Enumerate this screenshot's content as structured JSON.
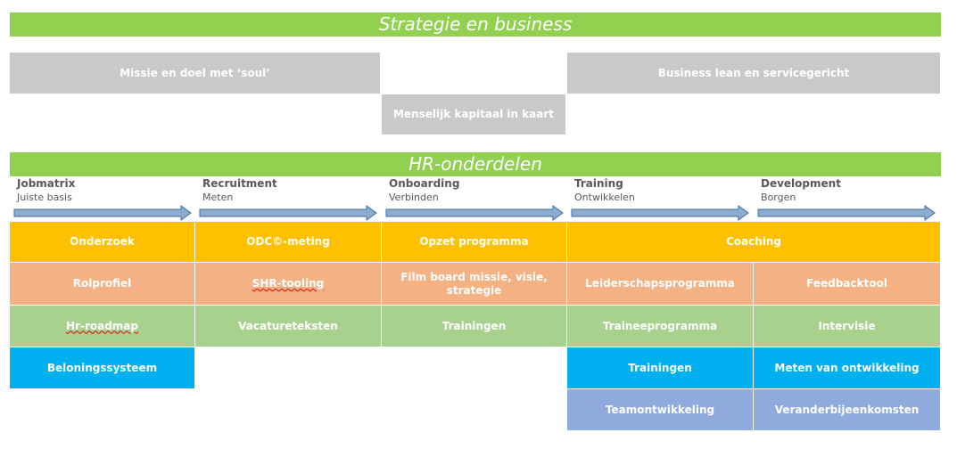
{
  "top_band": {
    "title": "Strategie en business"
  },
  "strategy": {
    "missie": "Missie en doel met ‘soul’",
    "business": "Business lean en servicegericht",
    "kapitaal": "Menselijk kapitaal in kaart"
  },
  "hr_band": {
    "title": "HR-onderdelen"
  },
  "phases": [
    {
      "title": "Jobmatrix",
      "subtitle": "Juiste basis"
    },
    {
      "title": "Recruitment",
      "subtitle": "Meten"
    },
    {
      "title": "Onboarding",
      "subtitle": "Verbinden"
    },
    {
      "title": "Training",
      "subtitle": "Ontwikkelen"
    },
    {
      "title": "Development",
      "subtitle": "Borgen"
    }
  ],
  "colors": {
    "band": "#92d050",
    "gray": "#c9c9c9",
    "orange": "#ffc000",
    "salmon": "#f4b183",
    "green": "#a9d18e",
    "blue": "#00b0f0",
    "lavender": "#8faadc",
    "arrow": "#8eaccf"
  },
  "rows": {
    "orange": [
      "Onderzoek",
      "ODC©-meting",
      "Opzet programma",
      "Coaching"
    ],
    "salmon": [
      "Rolprofiel",
      "SHR-tooling",
      "Film board missie, visie, strategie",
      "Leiderschapsprogramma",
      "Feedbacktool"
    ],
    "green": [
      "Hr-roadmap",
      "Vacatureteksten",
      "Trainingen",
      "Traineeprogramma",
      "Intervisie"
    ],
    "blue": [
      "Beloningssysteem",
      "Trainingen",
      "Meten van ontwikkeling"
    ],
    "lavender": [
      "Teamontwikkeling",
      "Veranderbijeenkomsten"
    ]
  }
}
